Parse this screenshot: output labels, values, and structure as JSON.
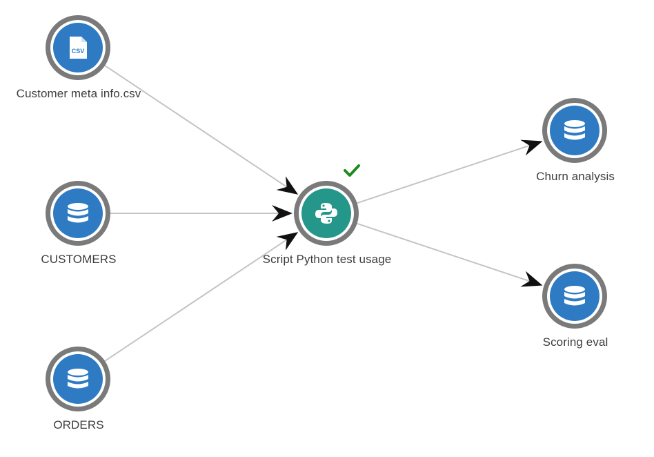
{
  "colors": {
    "dataset_core": "#2e7bc4",
    "recipe_core": "#25968a",
    "ring": "#7a7a7a",
    "edge": "#c4c4c4",
    "arrow": "#111111",
    "success": "#1e8a1e"
  },
  "nodes": {
    "csv": {
      "label": "Customer meta info.csv",
      "icon": "csv-file-icon"
    },
    "customers": {
      "label": "CUSTOMERS",
      "icon": "database-icon"
    },
    "orders": {
      "label": "ORDERS",
      "icon": "database-icon"
    },
    "recipe": {
      "label": "Script Python test usage",
      "icon": "python-icon",
      "status": "success"
    },
    "churn": {
      "label": "Churn analysis",
      "icon": "database-icon"
    },
    "scoring": {
      "label": "Scoring eval",
      "icon": "database-icon"
    }
  },
  "edges": [
    {
      "from": "Customer meta info.csv",
      "to": "Script Python test usage"
    },
    {
      "from": "CUSTOMERS",
      "to": "Script Python test usage"
    },
    {
      "from": "ORDERS",
      "to": "Script Python test usage"
    },
    {
      "from": "Script Python test usage",
      "to": "Churn analysis"
    },
    {
      "from": "Script Python test usage",
      "to": "Scoring eval"
    }
  ]
}
